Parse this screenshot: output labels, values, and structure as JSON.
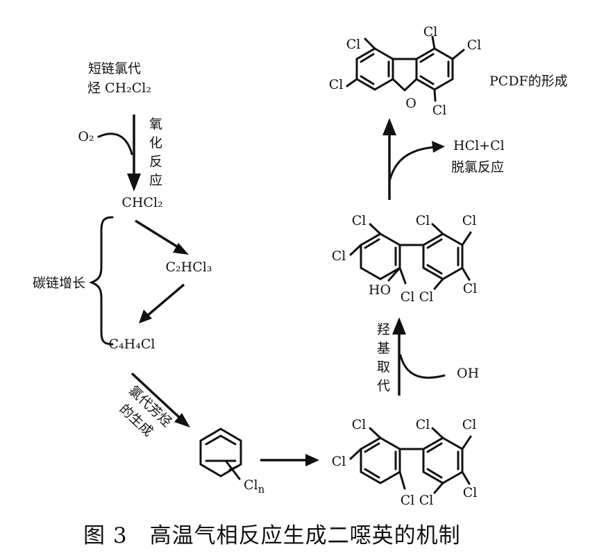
{
  "start": {
    "line1": "短链氯代",
    "line2": "烃 CH₂Cl₂"
  },
  "o2": "O₂",
  "oxidation": [
    "氧",
    "化",
    "反",
    "应"
  ],
  "chcl2": "CHCl₂",
  "c2hcl3": "C₂HCl₃",
  "c4h4cl": "C₄H₄Cl",
  "chain_growth": "碳链增长",
  "aromatic_formation": [
    "氯代芳烃",
    "的生成"
  ],
  "cln": "Cl",
  "cln_sub": "n",
  "hydroxyl_sub": [
    "羟",
    "基",
    "取",
    "代"
  ],
  "oh": "OH",
  "dechlorination": {
    "products": "HCl+Cl",
    "label": "脱氯反应"
  },
  "pcdf_formation": "PCDF的形成",
  "atoms": {
    "cl": "Cl",
    "o": "O",
    "ho": "HO"
  },
  "caption": "图 3　高温气相反应生成二噁英的机制"
}
